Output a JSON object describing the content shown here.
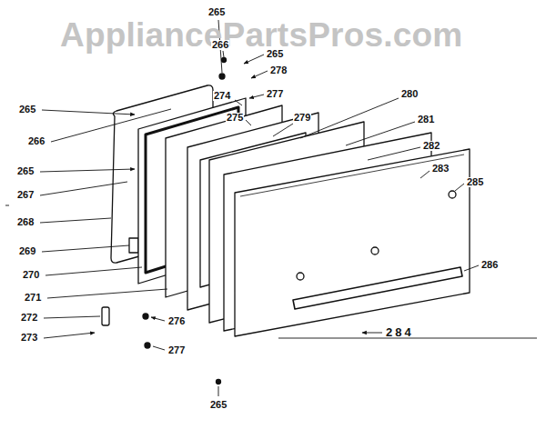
{
  "diagram": {
    "labels": [
      "AppliancePartsPros.com",
      "265",
      "266",
      "265",
      "278",
      "277",
      "280",
      "274",
      "279",
      "281",
      "275",
      "282",
      "283",
      "265",
      "266",
      "265",
      "267",
      "268",
      "269",
      "270",
      "271",
      "272",
      "273",
      "276",
      "277",
      "265",
      "285",
      "286",
      "284"
    ]
  }
}
